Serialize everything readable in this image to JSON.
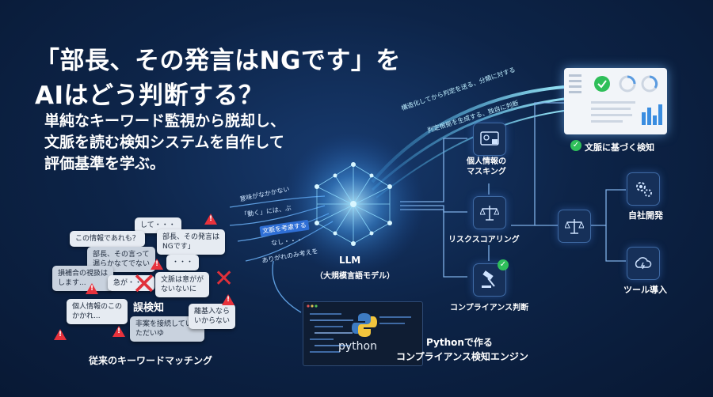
{
  "title_lines": [
    "「部長、その発言はNGです」を",
    "AIはどう判断する？"
  ],
  "subtitle_lines": [
    "単純なキーワード監視から脱却し、",
    "文脈を読む検知システムを自作して",
    "評価基準を学ぶ。"
  ],
  "left_section": {
    "caption": "従来のキーワードマッチング",
    "misdetect_label": "誤検知",
    "bubbles": [
      {
        "lines": [
          "して・・・"
        ]
      },
      {
        "lines": [
          "この情報であれも？"
        ]
      },
      {
        "lines": [
          "部長、その発言は",
          "NGです」"
        ]
      },
      {
        "lines": [
          "部長、その言って",
          "漏らかなてでない"
        ]
      },
      {
        "lines": [
          "・・・"
        ]
      },
      {
        "lines": [
          "損補合の視扱は",
          "します..."
        ]
      },
      {
        "lines": [
          "急が・・・"
        ]
      },
      {
        "lines": [
          "文脈は意がが",
          "ないないに"
        ]
      },
      {
        "lines": [
          "個人情報のこの",
          "かかれ..."
        ]
      },
      {
        "lines": [
          "非案を接続していて",
          "ただいゆ"
        ]
      },
      {
        "lines": [
          "離基入なら",
          "いからない"
        ]
      }
    ]
  },
  "flow_tags": [
    "意味がなかかない",
    "「動く」には、ぶ",
    "文脈を考慮する",
    "なし・・・",
    "ありがれのみ考えを"
  ],
  "llm": {
    "label": "LLM",
    "sublabel": "（大規模言語モデル）"
  },
  "top_stream_tags": [
    "構造化してから判定を送る、分類に対する",
    "判定根拠を生成する、独自に判断"
  ],
  "pipeline": {
    "masking": "個人情報の\nマスキング",
    "scoring": "リスクスコアリング",
    "judgment": "コンプライアンス判断"
  },
  "dashboard_caption": "文脈に基づく検知",
  "outputs": [
    {
      "label": "自社開発",
      "icon": "gears-icon"
    },
    {
      "label": "ツール導入",
      "icon": "cloud-icon"
    }
  ],
  "python": {
    "logo_text": "python",
    "caption_lines": [
      "Pythonで作る",
      "コンプライアンス検知エンジン"
    ]
  },
  "colors": {
    "accent": "#5fd0ff",
    "warning": "#e8323c",
    "check": "#2fbf5a",
    "background": "#0d2448"
  }
}
